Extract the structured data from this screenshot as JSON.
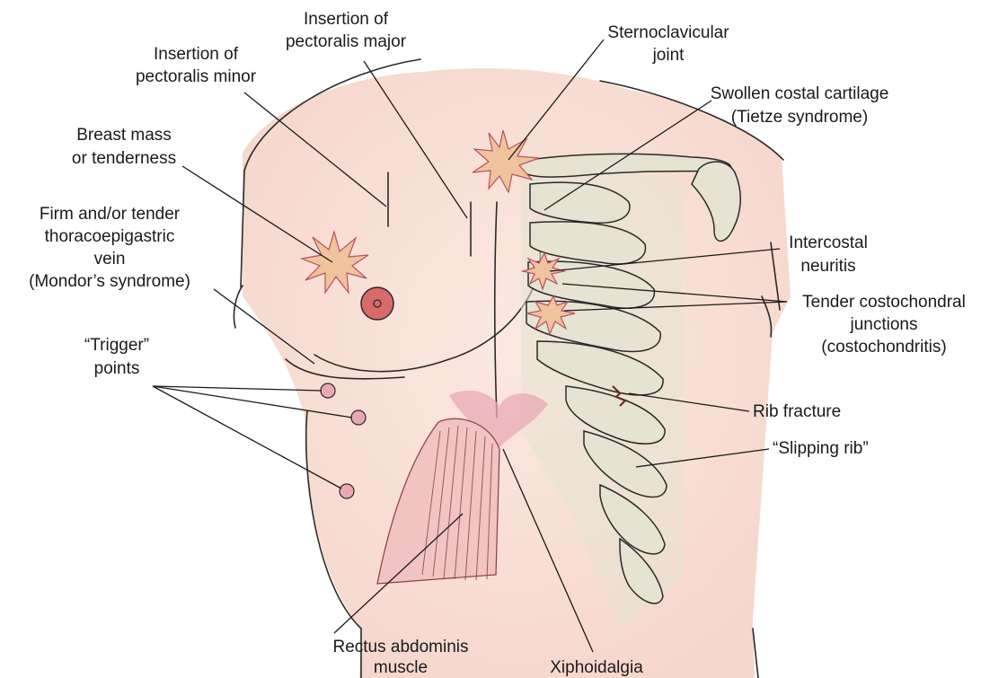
{
  "labels": {
    "insertion_pectoralis_major": [
      "Insertion of",
      "pectoralis major"
    ],
    "insertion_pectoralis_minor": [
      "Insertion of",
      "pectoralis minor"
    ],
    "breast_mass": [
      "Breast mass",
      "or tenderness"
    ],
    "mondor": [
      "Firm and/or tender",
      "thoracoepigastric",
      "vein",
      "(Mondor’s syndrome)"
    ],
    "trigger_points": [
      "“Trigger”",
      "points"
    ],
    "sternoclavicular": [
      "Sternoclavicular",
      "joint"
    ],
    "tietze": [
      "Swollen costal cartilage",
      "(Tietze syndrome)"
    ],
    "intercostal": [
      "Intercostal",
      "neuritis"
    ],
    "costochondritis": [
      "Tender costochondral",
      "junctions",
      "(costochondritis)"
    ],
    "rib_fracture": [
      "Rib fracture"
    ],
    "slipping_rib": [
      "“Slipping rib”"
    ],
    "rectus": [
      "Rectus abdominis",
      "muscle"
    ],
    "xiphoidalgia": [
      "Xiphoidalgia"
    ]
  },
  "colors": {
    "skin": "#fae6dd",
    "rib_shade": "#e6e3d2",
    "tender_spot": "#e9a9b4",
    "nipple": "#d96a6a",
    "muscle_line": "#8a3d3d"
  }
}
